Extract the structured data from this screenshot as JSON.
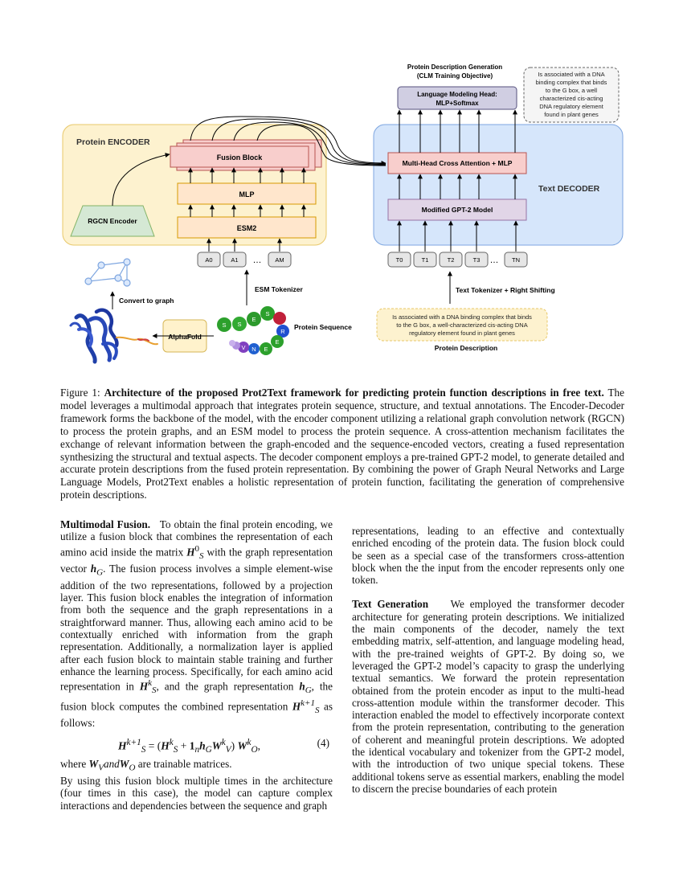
{
  "figure": {
    "protein_encoder_label": "Protein ENCODER",
    "text_decoder_label": "Text DECODER",
    "fusion_block": "Fusion Block",
    "mlp": "MLP",
    "esm2": "ESM2",
    "rgcn_encoder": "RGCN Encoder",
    "encoder_tokens": [
      "A0",
      "A1",
      "…",
      "AM"
    ],
    "decoder_tokens": [
      "T0",
      "T1",
      "T2",
      "T3",
      "…",
      "TN"
    ],
    "esm_tokenizer": "ESM Tokenizer",
    "convert_to_graph": "Convert to graph",
    "alphafold": "AlphaFold",
    "protein_sequence": "Protein Sequence",
    "sequence_beads": [
      "S",
      "S",
      "E",
      "S",
      "R",
      "E",
      "E",
      "N",
      "V"
    ],
    "generation_title_line1": "Protein Description Generation",
    "generation_title_line2": "(CLM Training Objective)",
    "lm_head_line1": "Language Modeling Head:",
    "lm_head_line2": "MLP+Softmax",
    "cross_attention": "Multi-Head Cross Attention + MLP",
    "modified_gpt2": "Modified GPT-2 Model",
    "text_tokenizer": "Text Tokenizer + Right Shifting",
    "output_description": [
      "Is associated with a DNA",
      "binding complex that binds",
      "to the G box, a well",
      "characterized cis-acting",
      "DNA regulatory  element",
      "found in plant genes"
    ],
    "input_description": [
      "Is associated with a DNA binding complex that binds",
      "to the G box, a well-characterized cis-acting DNA",
      "regulatory element found in plant genes"
    ],
    "protein_description_label": "Protein Description"
  },
  "caption": {
    "prefix": "Figure 1: ",
    "title": "Architecture of the proposed Prot2Text framework for predicting protein function descriptions in free text.",
    "body": "The model leverages a multimodal approach that integrates protein sequence, structure, and textual annotations. The Encoder-Decoder framework forms the backbone of the model, with the encoder component utilizing a relational graph convolution network (RGCN) to process the protein graphs, and an ESM model to process the protein sequence. A cross-attention mechanism facilitates the exchange of relevant information between the graph-encoded and the sequence-encoded vectors, creating a fused representation synthesizing the structural and textual aspects. The decoder component employs a pre-trained GPT-2 model, to generate detailed and accurate protein descriptions from the fused protein representation. By combining the power of Graph Neural Networks and Large Language Models, Prot2Text enables a holistic representation of protein function, facilitating the generation of comprehensive protein descriptions."
  },
  "left_column": {
    "heading": "Multimodal Fusion.",
    "p1_a": "To obtain the final protein encoding, we utilize a fusion block that combines the representation of each amino acid inside the matrix ",
    "p1_b": " with the graph representation vector ",
    "p1_c": ". The fusion process involves a simple element-wise addition of the two representations, followed by a projection layer. This fusion block enables the integration of information from both the sequence and the graph representations in a straightforward manner. Thus, allowing each amino acid to be contextually enriched with information from the graph representation. Additionally, a normalization layer is applied after each fusion block to maintain stable training and further enhance the learning process. Specifically, for each amino acid representation in ",
    "p1_d": ", and the graph representation ",
    "p1_e": ", the fusion block computes the combined representation ",
    "p1_f": " as follows:",
    "equation_number": "(4)",
    "p2_a": "where ",
    "p2_b": " are trainable matrices.",
    "p3": "By using this fusion block multiple times in the architecture (four times in this case), the model can capture complex interactions and dependencies between the sequence and graph"
  },
  "right_column": {
    "p1": "representations, leading to an effective and contextually enriched encoding of the protein data. The fusion block could be seen as a special case of the transformers cross-attention block when the the input from the encoder represents only one token.",
    "heading": "Text Generation",
    "p2": "We employed the transformer decoder architecture for generating protein descriptions. We initialized the main components of the decoder, namely the text embedding matrix, self-attention, and language modeling head, with the pre-trained weights of GPT-2. By doing so, we leveraged the GPT-2 model’s capacity to grasp the underlying textual semantics. We forward the protein representation obtained from the protein encoder as input to the multi-head cross-attention module within the transformer decoder. This interaction enabled the model to effectively incorporate context from the protein representation, contributing to the generation of coherent and meaningful protein descriptions. We adopted the identical vocabulary and tokenizer from the GPT-2 model, with the introduction of two unique special tokens. These additional tokens serve as essential markers, enabling the model to discern the precise boundaries of each protein"
  },
  "colors": {
    "encoder_bg": "#fdf2cf",
    "encoder_border": "#e8c86a",
    "decoder_bg": "#d6e6fb",
    "decoder_border": "#7ea6e0",
    "fusion_fill": "#f8cecc",
    "fusion_border": "#b85450",
    "orange_fill": "#ffe6cc",
    "orange_border": "#d79b00",
    "rgcn_fill": "#d5e8d4",
    "rgcn_border": "#82b366",
    "purple_fill": "#e1d5e7",
    "purple_border": "#9673a6",
    "token_fill": "#e6e6e6"
  },
  "icons": [
    "protein-graph-icon",
    "protein-structure-icon",
    "sequence-beads-icon"
  ]
}
